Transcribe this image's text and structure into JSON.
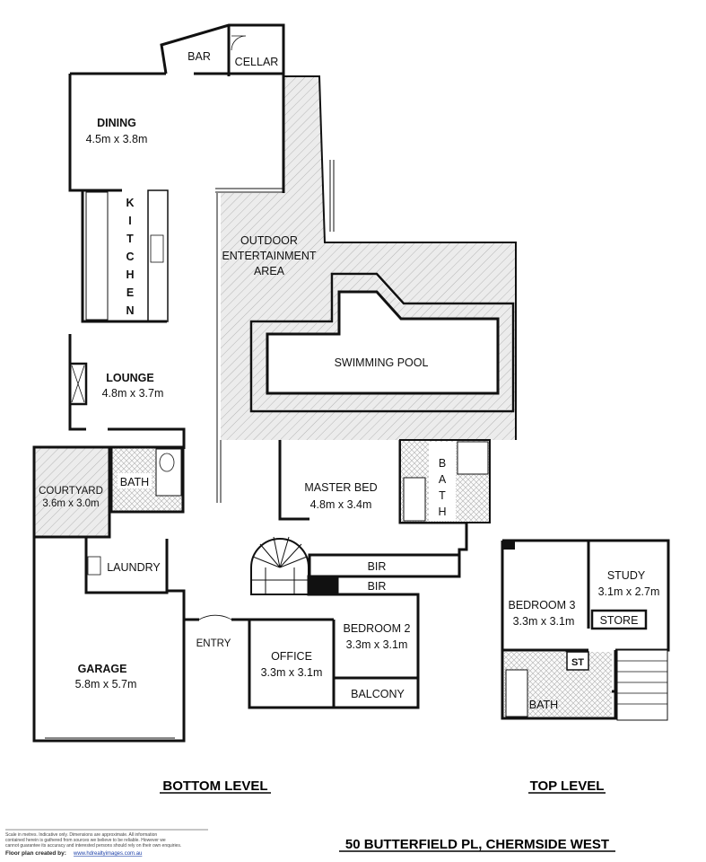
{
  "rooms": {
    "bar": "BAR",
    "cellar": "CELLAR",
    "dining": {
      "name": "DINING",
      "size": "4.5m x 3.8m"
    },
    "kitchen": [
      "K",
      "I",
      "T",
      "C",
      "H",
      "E",
      "N"
    ],
    "outdoor": [
      "OUTDOOR",
      "ENTERTAINMENT",
      "AREA"
    ],
    "pool": "SWIMMING POOL",
    "lounge": {
      "name": "LOUNGE",
      "size": "4.8m x 3.7m"
    },
    "courtyard": {
      "name": "COURTYARD",
      "size": "3.6m x 3.0m"
    },
    "bath_lower": "BATH",
    "master": {
      "name": "MASTER BED",
      "size": "4.8m x 3.4m"
    },
    "master_bath": [
      "B",
      "A",
      "T",
      "H"
    ],
    "laundry": "LAUNDRY",
    "bir1": "BIR",
    "bir2": "BIR",
    "bedroom2": {
      "name": "BEDROOM 2",
      "size": "3.3m x 3.1m"
    },
    "entry": "ENTRY",
    "office": {
      "name": "OFFICE",
      "size": "3.3m x 3.1m"
    },
    "balcony": "BALCONY",
    "garage": {
      "name": "GARAGE",
      "size": "5.8m x 5.7m"
    },
    "bedroom3": {
      "name": "BEDROOM 3",
      "size": "3.3m x 3.1m"
    },
    "study": {
      "name": "STUDY",
      "size": "3.1m x 2.7m"
    },
    "store": "STORE",
    "st": "ST",
    "bath_upper": "BATH"
  },
  "levels": {
    "bottom": "BOTTOM LEVEL",
    "top": "TOP LEVEL"
  },
  "address": "50 BUTTERFIELD PL, CHERMSIDE WEST",
  "disclaimer": [
    "Scale in metres. Indicative only. Dimensions are approximate. All information",
    "contained herein is gathered from sources we believe to be reliable. However we",
    "cannot guarantee its accuracy and interested persons should rely on their own enquiries."
  ],
  "credit": {
    "label": "Floor plan created by:",
    "url": "www.hdrealtyimages.com.au"
  }
}
